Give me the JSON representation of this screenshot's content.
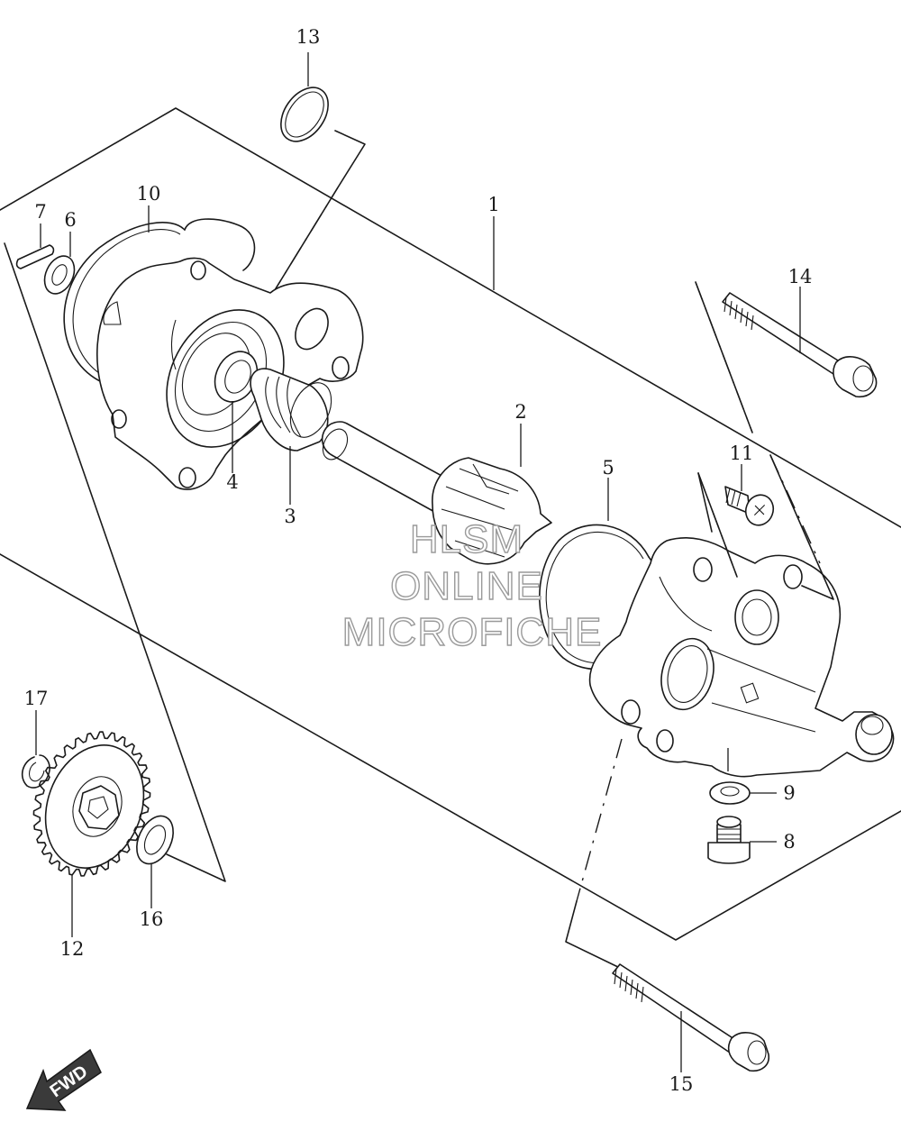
{
  "watermark": {
    "line1": "HLSM",
    "line2": "ONLINE",
    "line3": "MICROFICHE"
  },
  "direction_badge": {
    "label": "FWD"
  },
  "callouts": {
    "c1": "1",
    "c2": "2",
    "c3": "3",
    "c4": "4",
    "c5": "5",
    "c6": "6",
    "c7": "7",
    "c8": "8",
    "c9": "9",
    "c10": "10",
    "c11": "11",
    "c12": "12",
    "c13": "13",
    "c14": "14",
    "c15": "15",
    "c16": "16",
    "c17": "17"
  },
  "colors": {
    "line": "#1a1a1a",
    "watermark_outline": "#9a9a9a",
    "background": "#ffffff"
  }
}
